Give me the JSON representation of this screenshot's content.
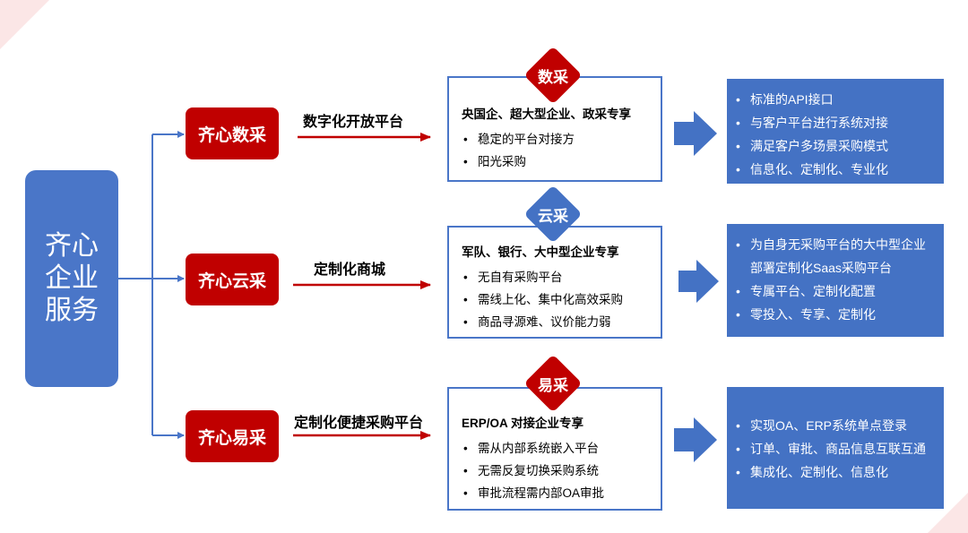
{
  "main": {
    "label": "齐心企业服务"
  },
  "rows": [
    {
      "product": "齐心数采",
      "channel": "数字化开放平台",
      "badge": "数采",
      "title": "央国企、超大型企业、政采专享",
      "points": [
        "稳定的平台对接方",
        "阳光采购"
      ],
      "features": [
        "标准的API接口",
        "与客户平台进行系统对接",
        "满足客户多场景采购模式",
        "信息化、定制化、专业化"
      ]
    },
    {
      "product": "齐心云采",
      "channel": "定制化商城",
      "badge": "云采",
      "title": "军队、银行、大中型企业专享",
      "points": [
        "无自有采购平台",
        "需线上化、集中化高效采购",
        "商品寻源难、议价能力弱"
      ],
      "features": [
        "为自身无采购平台的大中型企业",
        "部署定制化Saas采购平台",
        "专属平台、定制化配置",
        "零投入、专享、定制化"
      ]
    },
    {
      "product": "齐心易采",
      "channel": "定制化便捷采购平台",
      "badge": "易采",
      "title": "ERP/OA 对接企业专享",
      "points": [
        "需从内部系统嵌入平台",
        "无需反复切换采购系统",
        "审批流程需内部OA审批"
      ],
      "features": [
        "实现OA、ERP系统单点登录",
        "订单、审批、商品信息互联互通",
        "集成化、定制化、信息化"
      ]
    }
  ],
  "colors": {
    "main_blue": "#4a76c8",
    "red": "#c00000",
    "feature_blue": "#4472c4",
    "arrow_red": "#c00000"
  }
}
